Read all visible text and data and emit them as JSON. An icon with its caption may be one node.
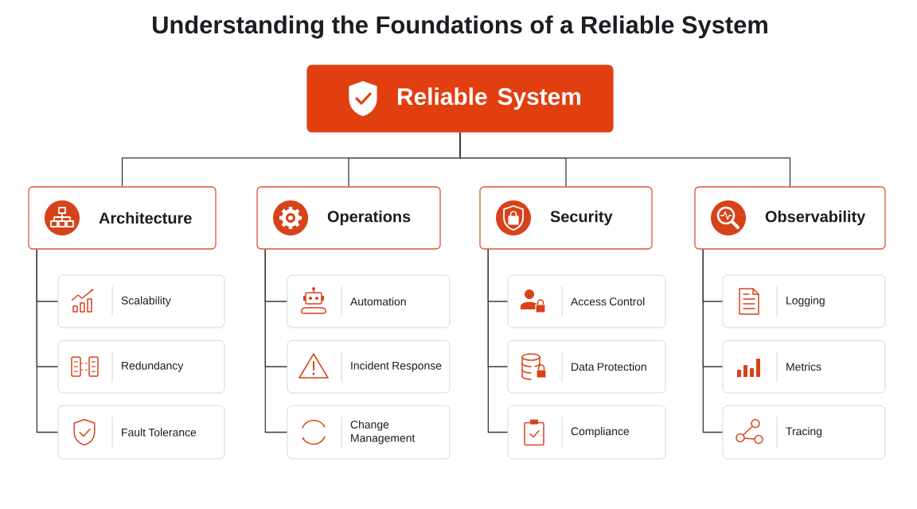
{
  "diagram": {
    "title": "Understanding the Foundations of a Reliable System",
    "nodes": [
      {
        "text": [
          "Reliable System"
        ]
      },
      {
        "text": [
          "Architecture"
        ]
      },
      {
        "text": [
          "Scalability"
        ]
      },
      {
        "text": [
          "Redundancy"
        ]
      },
      {
        "text": [
          "Fault Tolerance"
        ]
      },
      {
        "text": [
          "Operations"
        ]
      },
      {
        "text": [
          "Automation"
        ]
      },
      {
        "text": [
          "Incident Response"
        ]
      },
      {
        "text": [
          "Change Management"
        ]
      },
      {
        "text": [
          "Security"
        ]
      },
      {
        "text": [
          "Access Control"
        ]
      },
      {
        "text": [
          "Data Protection"
        ]
      },
      {
        "text": [
          "Compliance"
        ]
      },
      {
        "text": [
          "Observability"
        ]
      },
      {
        "text": [
          "Logging"
        ]
      },
      {
        "text": [
          "Metrics"
        ]
      },
      {
        "text": [
          "Tracing"
        ]
      }
    ],
    "edges": [
      {
        "from": 0,
        "to": 1,
        "arrow": "none"
      },
      {
        "from": 0,
        "to": 5,
        "arrow": "none"
      },
      {
        "from": 0,
        "to": 9,
        "arrow": "none"
      },
      {
        "from": 0,
        "to": 13,
        "arrow": "none"
      },
      {
        "from": 1,
        "to": 2,
        "arrow": "none"
      },
      {
        "from": 1,
        "to": 3,
        "arrow": "none"
      },
      {
        "from": 1,
        "to": 4,
        "arrow": "none"
      },
      {
        "from": 5,
        "to": 6,
        "arrow": "none"
      },
      {
        "from": 5,
        "to": 7,
        "arrow": "none"
      },
      {
        "from": 5,
        "to": 8,
        "arrow": "none"
      },
      {
        "from": 9,
        "to": 10,
        "arrow": "none"
      },
      {
        "from": 9,
        "to": 11,
        "arrow": "none"
      },
      {
        "from": 9,
        "to": 12,
        "arrow": "none"
      },
      {
        "from": 13,
        "to": 14,
        "arrow": "none"
      },
      {
        "from": 13,
        "to": 15,
        "arrow": "none"
      },
      {
        "from": 13,
        "to": 16,
        "arrow": "none"
      }
    ]
  }
}
